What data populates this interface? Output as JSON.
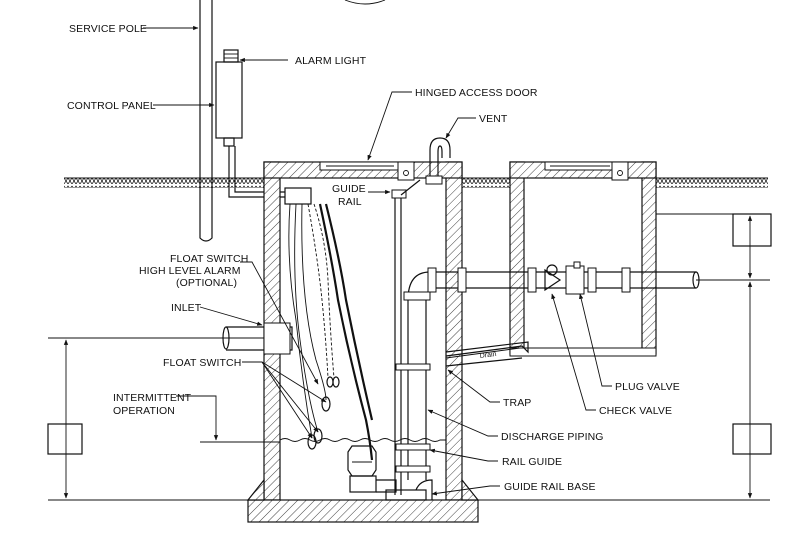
{
  "labels": {
    "service_pole": "SERVICE POLE",
    "alarm_light": "ALARM LIGHT",
    "control_panel": "CONTROL PANEL",
    "hinged_access_door": "HINGED ACCESS DOOR",
    "vent": "VENT",
    "guide": "GUIDE",
    "rail": "RAIL",
    "float_switch_high_1": "FLOAT SWITCH",
    "float_switch_high_2": "HIGH LEVEL ALARM",
    "float_switch_high_3": "(OPTIONAL)",
    "inlet": "INLET",
    "float_switch": "FLOAT SWITCH",
    "intermittent_1": "INTERMITTENT",
    "intermittent_2": "OPERATION",
    "trap": "TRAP",
    "discharge_piping": "DISCHARGE PIPING",
    "rail_guide": "RAIL GUIDE",
    "guide_rail_base": "GUIDE RAIL BASE",
    "plug_valve": "PLUG VALVE",
    "check_valve": "CHECK VALVE",
    "drain": "Drain"
  }
}
